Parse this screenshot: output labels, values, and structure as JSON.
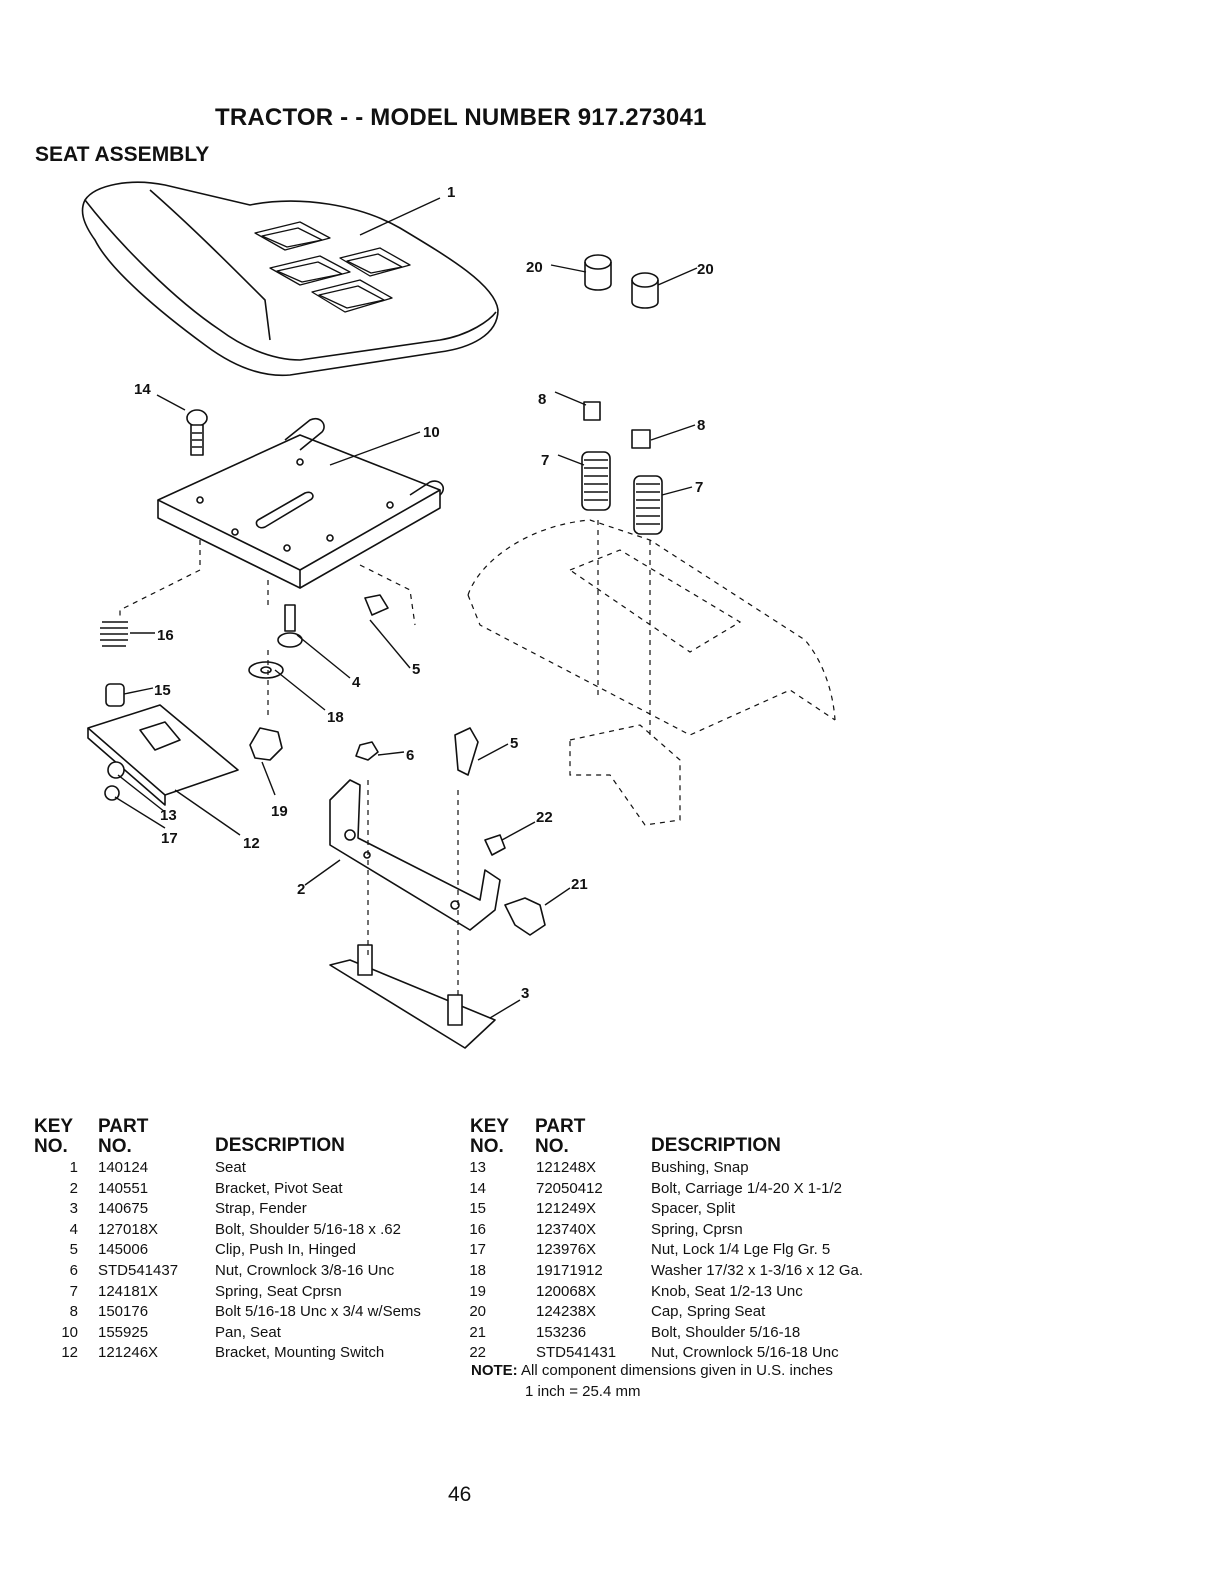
{
  "page": {
    "title": "TRACTOR - - MODEL NUMBER 917.273041",
    "section": "SEAT ASSEMBLY",
    "page_number": "46"
  },
  "diagram": {
    "callouts": [
      "1",
      "2",
      "3",
      "4",
      "5",
      "5",
      "6",
      "7",
      "7",
      "8",
      "8",
      "10",
      "12",
      "13",
      "14",
      "15",
      "16",
      "17",
      "18",
      "19",
      "20",
      "20",
      "21",
      "22"
    ]
  },
  "table": {
    "headers": {
      "key_line1": "KEY",
      "key_line2": "NO.",
      "part_line1": "PART",
      "part_line2": "NO.",
      "description": "DESCRIPTION"
    },
    "left": [
      {
        "key": "1",
        "part": "140124",
        "desc": "Seat"
      },
      {
        "key": "2",
        "part": "140551",
        "desc": "Bracket, Pivot Seat"
      },
      {
        "key": "3",
        "part": "140675",
        "desc": "Strap, Fender"
      },
      {
        "key": "4",
        "part": "127018X",
        "desc": "Bolt, Shoulder  5/16-18 x .62"
      },
      {
        "key": "5",
        "part": "145006",
        "desc": "Clip, Push In, Hinged"
      },
      {
        "key": "6",
        "part": "STD541437",
        "desc": "Nut, Crownlock  3/8-16 Unc"
      },
      {
        "key": "7",
        "part": "124181X",
        "desc": "Spring, Seat Cprsn"
      },
      {
        "key": "8",
        "part": "150176",
        "desc": "Bolt  5/16-18 Unc x 3/4 w/Sems"
      },
      {
        "key": "10",
        "part": "155925",
        "desc": "Pan, Seat"
      },
      {
        "key": "12",
        "part": "121246X",
        "desc": "Bracket, Mounting Switch"
      }
    ],
    "right": [
      {
        "key": "13",
        "part": "121248X",
        "desc": "Bushing, Snap"
      },
      {
        "key": "14",
        "part": "72050412",
        "desc": "Bolt, Carriage  1/4-20 X 1-1/2"
      },
      {
        "key": "15",
        "part": "121249X",
        "desc": "Spacer, Split"
      },
      {
        "key": "16",
        "part": "123740X",
        "desc": "Spring, Cprsn"
      },
      {
        "key": "17",
        "part": "123976X",
        "desc": "Nut, Lock  1/4 Lge Flg Gr. 5"
      },
      {
        "key": "18",
        "part": "19171912",
        "desc": "Washer 17/32 x 1-3/16 x 12 Ga."
      },
      {
        "key": "19",
        "part": "120068X",
        "desc": "Knob, Seat  1/2-13 Unc"
      },
      {
        "key": "20",
        "part": "124238X",
        "desc": "Cap, Spring Seat"
      },
      {
        "key": "21",
        "part": "153236",
        "desc": "Bolt, Shoulder  5/16-18"
      },
      {
        "key": "22",
        "part": "STD541431",
        "desc": "Nut, Crownlock  5/16-18 Unc"
      }
    ],
    "note_label": "NOTE:",
    "note_text": "All component dimensions given in U.S. inches",
    "note_conversion": "1 inch = 25.4 mm"
  }
}
